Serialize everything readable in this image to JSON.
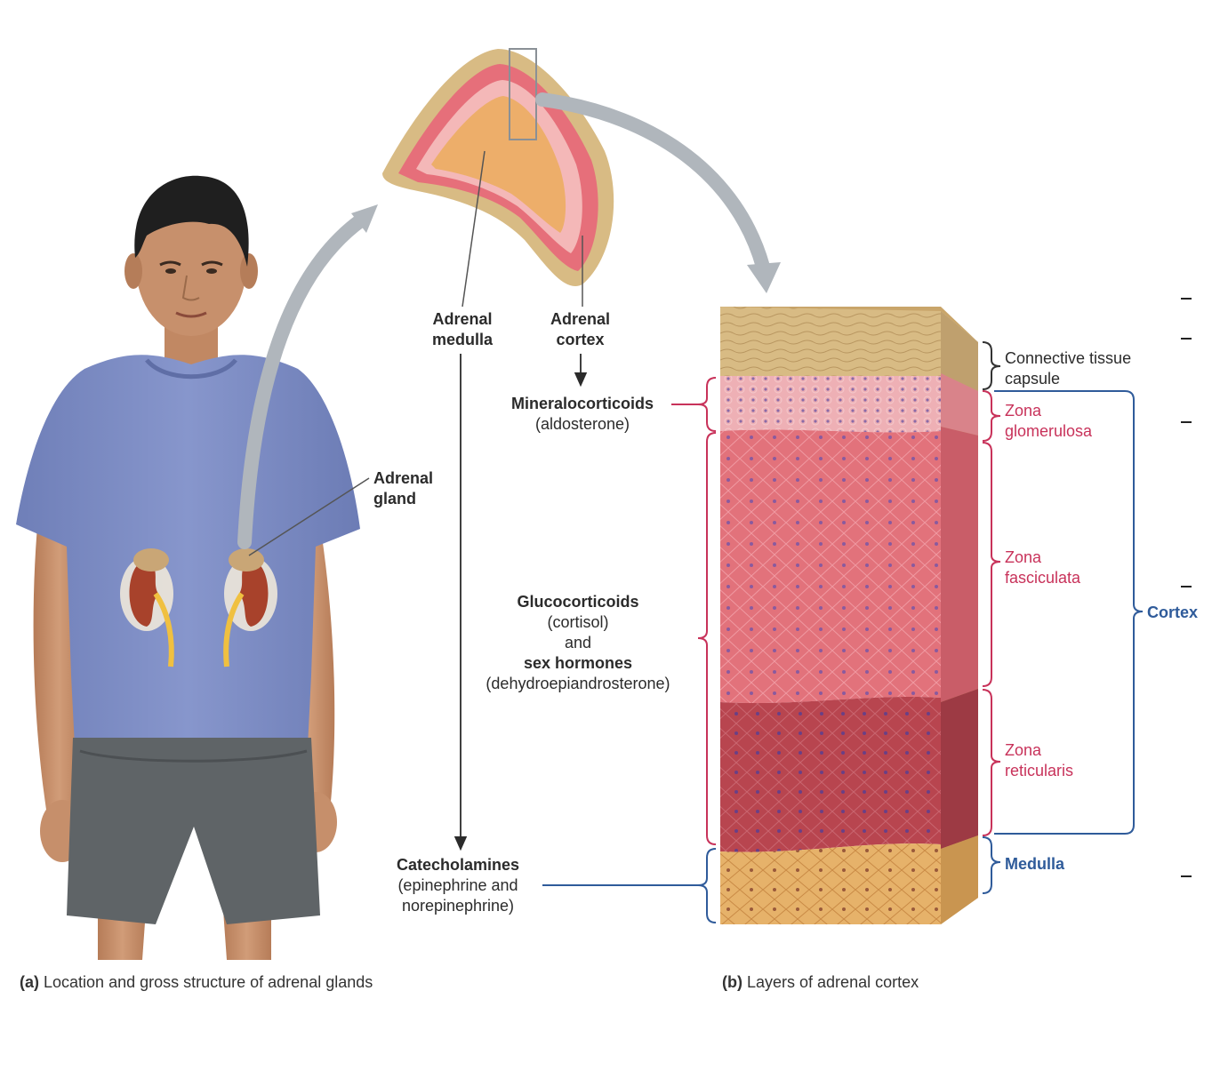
{
  "labels": {
    "adrenal_medulla": [
      "Adrenal",
      "medulla"
    ],
    "adrenal_cortex": [
      "Adrenal",
      "cortex"
    ],
    "adrenal_gland": [
      "Adrenal",
      "gland"
    ],
    "mineralocorticoids": "Mineralocorticoids",
    "aldosterone": "(aldosterone)",
    "glucocorticoids": "Glucocorticoids",
    "cortisol": "(cortisol)",
    "and": "and",
    "sex_hormones": "sex hormones",
    "dhea": "(dehydroepiandrosterone)",
    "catecholamines": "Catecholamines",
    "epi_1": "(epinephrine and",
    "epi_2": "norepinephrine)",
    "capsule_1": "Connective tissue",
    "capsule_2": "capsule",
    "zg": [
      "Zona",
      "glomerulosa"
    ],
    "zf": [
      "Zona",
      "fasciculata"
    ],
    "zr": [
      "Zona",
      "reticularis"
    ],
    "cortex": "Cortex",
    "medulla": "Medulla"
  },
  "captions": {
    "a_letter": "(a)",
    "a_text": "Location and gross structure of adrenal glands",
    "b_letter": "(b)",
    "b_text": "Layers of adrenal cortex"
  },
  "colors": {
    "shirt": "#7f8fc8",
    "shorts": "#606467",
    "skin": "#c7906c",
    "hair": "#1f1f1f",
    "kidney": "#a8422b",
    "capsule": "#d8bb84",
    "glomerulosa": "#ecaab0",
    "fasciculata": "#e2727b",
    "reticularis": "#b8454f",
    "medulla": "#e6b26a",
    "label_pink": "#c8325a",
    "label_blue": "#2f5b9a",
    "arrow_gray": "#b0b6bc"
  }
}
